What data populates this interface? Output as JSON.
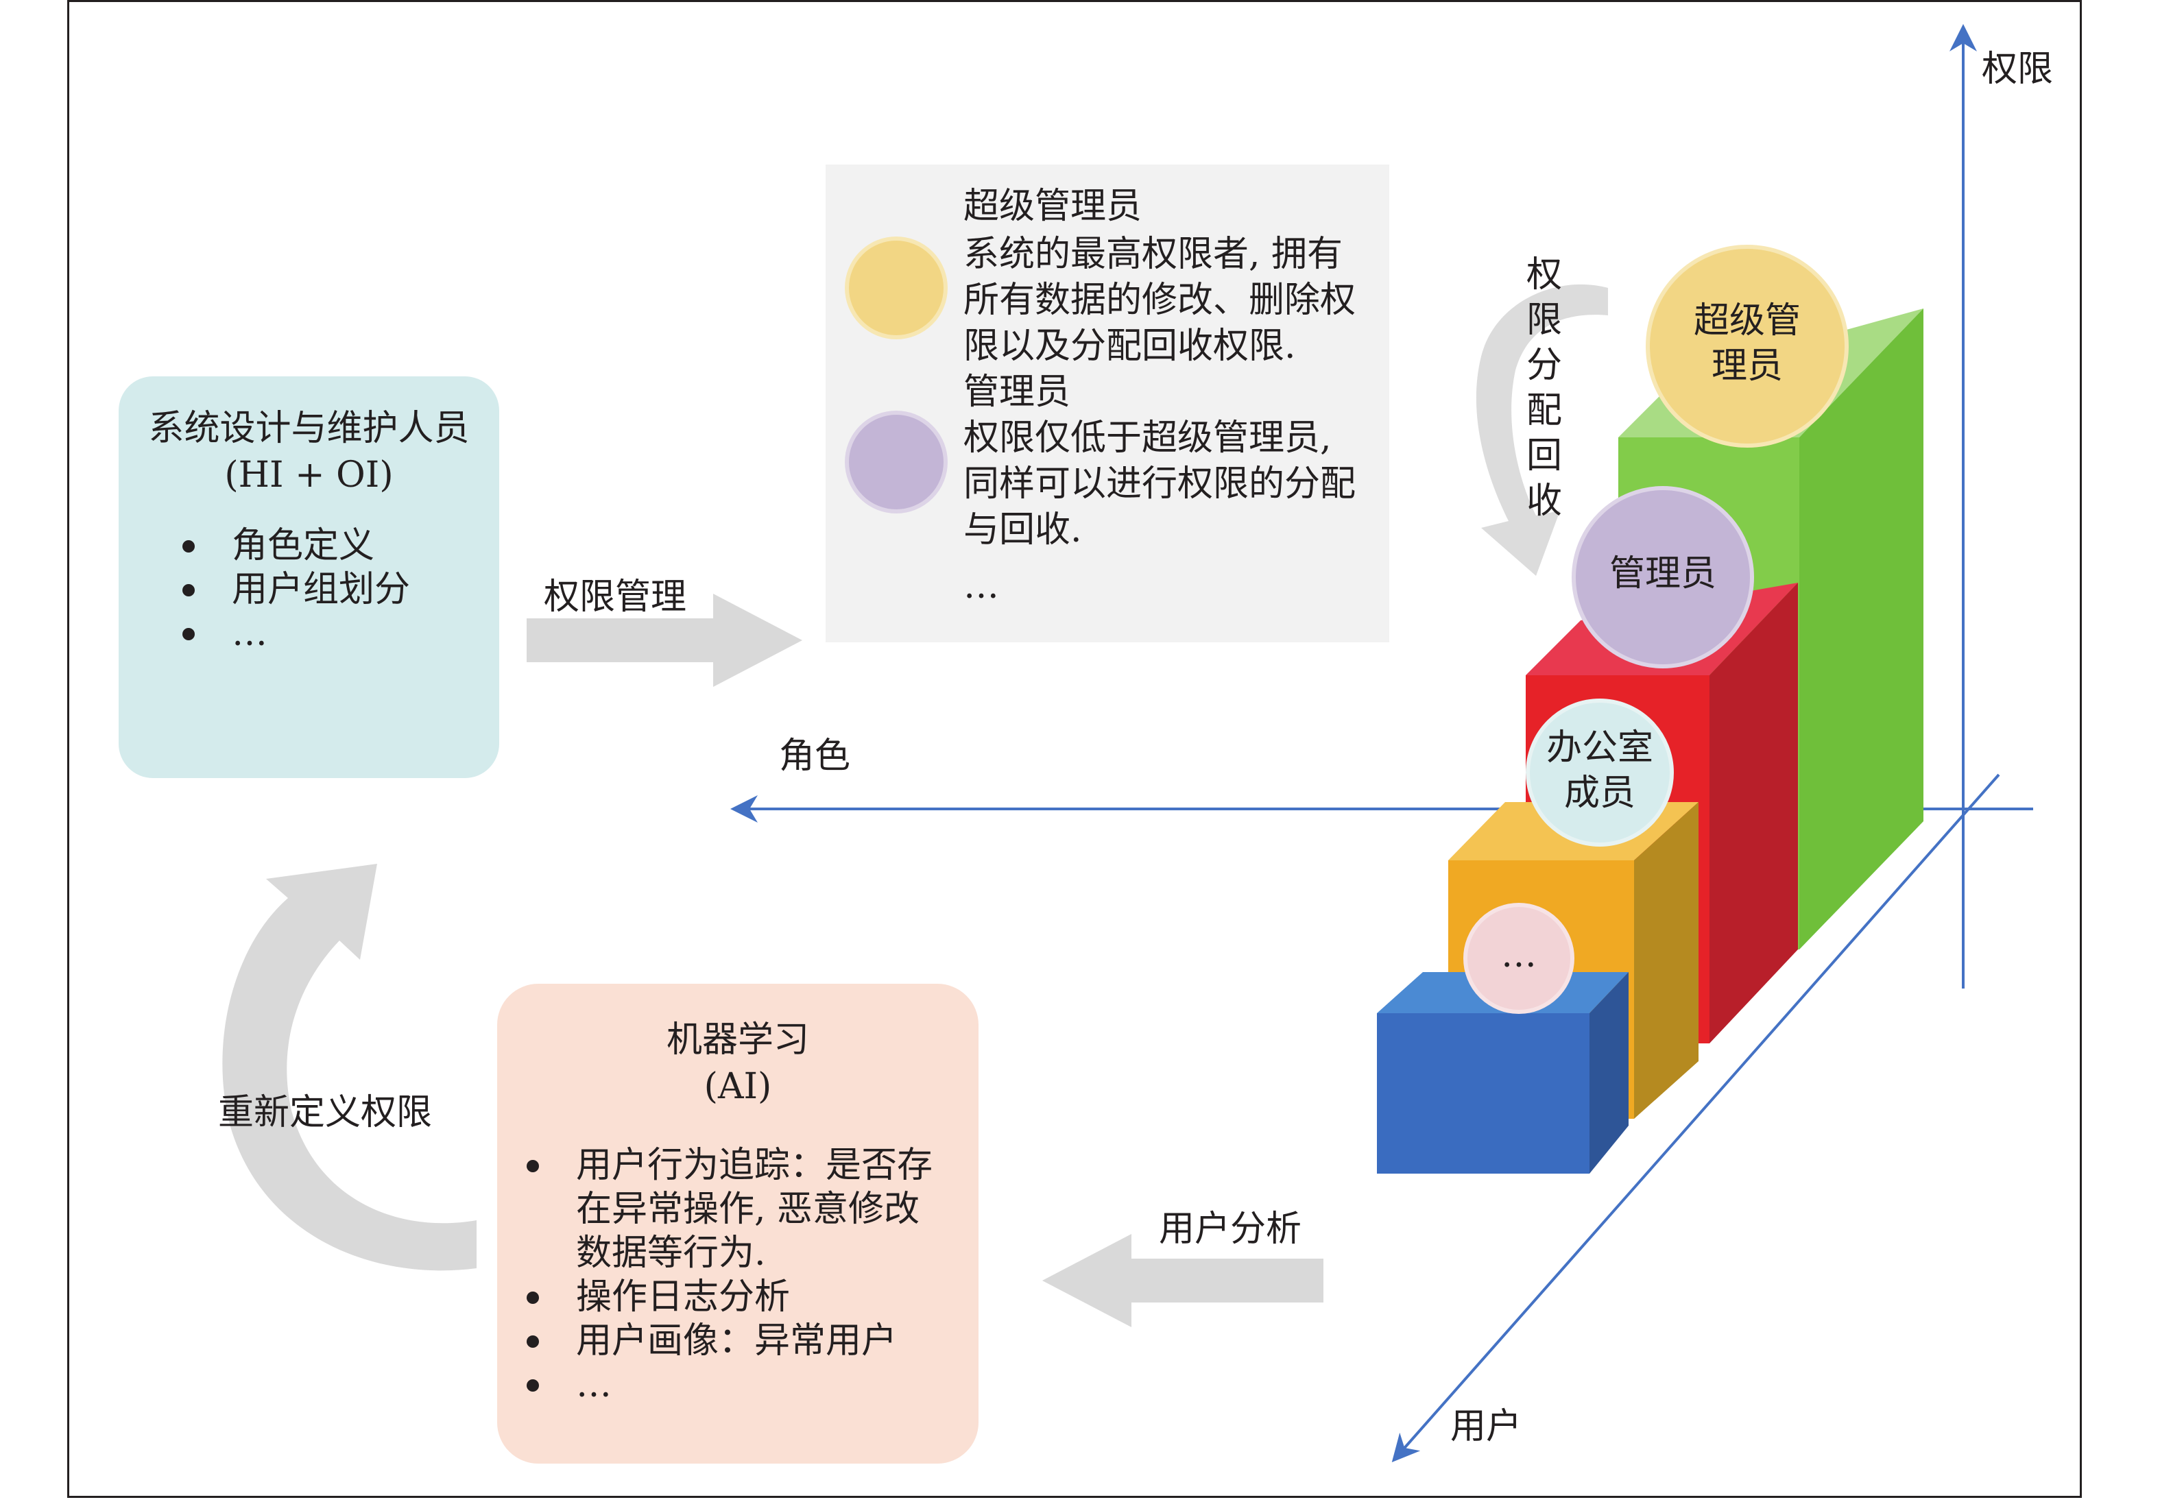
{
  "left_box": {
    "title_line1": "系统设计与维护人员",
    "title_line2": "(HI + OI)",
    "items": [
      "角色定义",
      "用户组划分",
      "…"
    ]
  },
  "arrow_top_label": "权限管理",
  "roles_box": {
    "role1_title": "超级管理员",
    "role1_desc": [
      "系统的最高权限者, 拥有",
      "所有数据的修改、删除权",
      "限以及分配回收权限."
    ],
    "role2_title": "管理员",
    "role2_desc": [
      "权限仅低于超级管理员,",
      "同样可以进行权限的分配",
      "与回收."
    ],
    "ellipsis": "…"
  },
  "recycle_label": [
    "权",
    "限",
    "分",
    "配",
    "回",
    "收"
  ],
  "axes": {
    "vertical": "权限",
    "horizontal": "角色",
    "diagonal": "用户"
  },
  "bars": {
    "super_admin": [
      "超级管",
      "理员"
    ],
    "admin": "管理员",
    "office": [
      "办公室",
      "成员"
    ],
    "more": "…"
  },
  "ml_box": {
    "title_line1": "机器学习",
    "title_line2": "(AI)",
    "items": [
      [
        "用户行为追踪：是否存",
        "在异常操作, 恶意修改",
        "数据等行为."
      ],
      [
        "操作日志分析"
      ],
      [
        "用户画像：异常用户"
      ],
      [
        "…"
      ]
    ]
  },
  "arrow_bottom_label": "用户分析",
  "cycle_label": "重新定义权限",
  "colors": {
    "left_box": "#d4ebec",
    "roles_box": "#f2f2f2",
    "ml_box": "#fae0d4",
    "super_admin": "#f2d684",
    "admin": "#c3b5d6",
    "office": "#d6eced",
    "more": "#f2d3d6",
    "green": "#6fbf3a",
    "red": "#d9232a",
    "orange": "#efa91f",
    "blue": "#3a6cc0",
    "axis": "#4472c4"
  }
}
